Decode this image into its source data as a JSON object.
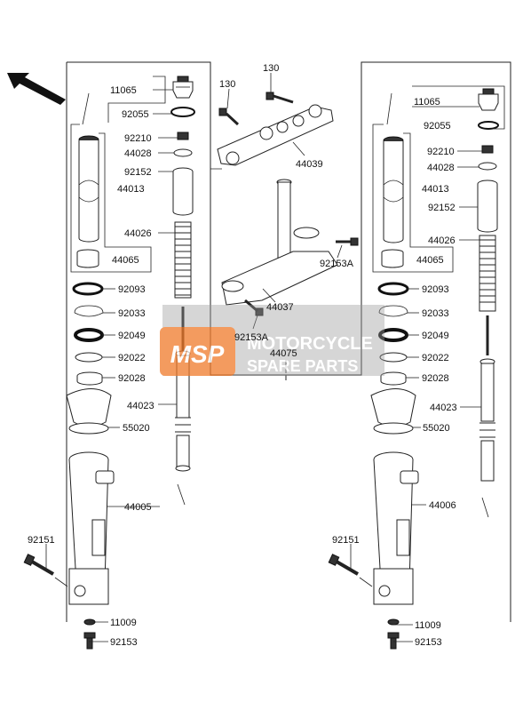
{
  "labels": {
    "l_11065": "11065",
    "l_92055": "92055",
    "l_92210": "92210",
    "l_44028": "44028",
    "l_92152": "92152",
    "l_44013": "44013",
    "l_44026": "44026",
    "l_44065": "44065",
    "l_92093": "92093",
    "l_92033": "92033",
    "l_92049": "92049",
    "l_92022": "92022",
    "l_92028": "92028",
    "l_44023": "44023",
    "l_55020": "55020",
    "l_44005": "44005",
    "l_92151": "92151",
    "l_11009": "11009",
    "l_92153": "92153",
    "r_11065": "11065",
    "r_92055": "92055",
    "r_92210": "92210",
    "r_44028": "44028",
    "r_44013": "44013",
    "r_92152": "92152",
    "r_44026": "44026",
    "r_44065": "44065",
    "r_92093": "92093",
    "r_92033": "92033",
    "r_92049": "92049",
    "r_92022": "92022",
    "r_92028": "92028",
    "r_44023": "44023",
    "r_55020": "55020",
    "r_44006": "44006",
    "r_92151": "92151",
    "r_11009": "11009",
    "r_92153": "92153",
    "c_130a": "130",
    "c_130b": "130",
    "c_44039": "44039",
    "c_92153A_1": "92153A",
    "c_44037": "44037",
    "c_92153A_2": "92153A",
    "c_44075": "44075"
  },
  "watermark": {
    "logo": "MSP",
    "line1": "MOTORCYCLE",
    "line2": "SPARE PARTS"
  },
  "colors": {
    "line": "#222222",
    "watermark_orange": "#f07a2a",
    "watermark_gray": "#9a9a9a"
  }
}
